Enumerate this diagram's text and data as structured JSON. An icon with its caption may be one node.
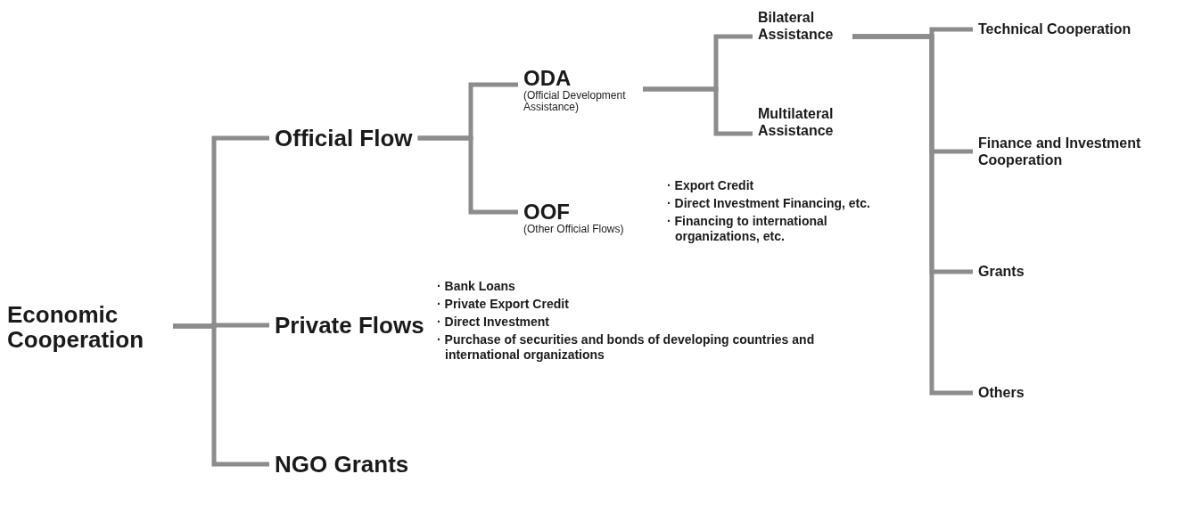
{
  "diagram": {
    "nodes": [
      {
        "text": [
          "Economic Cooperation"
        ]
      },
      {
        "text": [
          "Official Flow"
        ]
      },
      {
        "text": [
          "Private Flows"
        ],
        "beside": [
          "· Bank Loans",
          "· Private Export Credit",
          "· Direct Investment",
          "· Purchase of securities and bonds of developing countries and international organizations"
        ]
      },
      {
        "text": [
          "NGO Grants"
        ]
      },
      {
        "text": [
          "ODA",
          "(Official Development Assistance)"
        ]
      },
      {
        "text": [
          "OOF",
          "(Other Official Flows)"
        ],
        "beside": [
          "· Export Credit",
          "· Direct Investment Financing, etc.",
          "· Financing to international organizations, etc."
        ]
      },
      {
        "text": [
          "Bilateral Assistance"
        ]
      },
      {
        "text": [
          "Multilateral Assistance"
        ]
      },
      {
        "text": [
          "Technical Cooperation"
        ]
      },
      {
        "text": [
          "Finance and Investment Cooperation"
        ]
      },
      {
        "text": [
          "Grants"
        ]
      },
      {
        "text": [
          "Others"
        ]
      }
    ],
    "edges": [
      {
        "from": 0,
        "to": 1,
        "arrow": "none"
      },
      {
        "from": 0,
        "to": 2,
        "arrow": "none"
      },
      {
        "from": 0,
        "to": 3,
        "arrow": "none"
      },
      {
        "from": 1,
        "to": 4,
        "arrow": "none"
      },
      {
        "from": 1,
        "to": 5,
        "arrow": "none"
      },
      {
        "from": 4,
        "to": 6,
        "arrow": "none"
      },
      {
        "from": 4,
        "to": 7,
        "arrow": "none"
      },
      {
        "from": 6,
        "to": 8,
        "arrow": "none"
      },
      {
        "from": 6,
        "to": 9,
        "arrow": "none"
      },
      {
        "from": 6,
        "to": 10,
        "arrow": "none"
      },
      {
        "from": 6,
        "to": 11,
        "arrow": "none"
      }
    ]
  }
}
